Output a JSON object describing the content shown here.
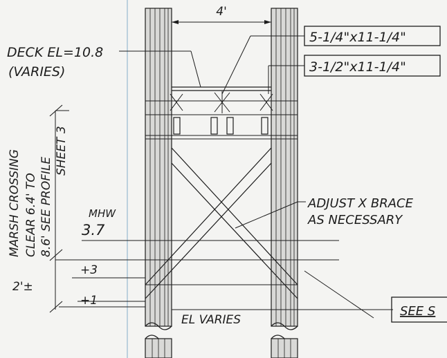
{
  "sheet": {
    "colors": {
      "ink": "#1c1c1c",
      "paper": "#f4f4f2",
      "guide": "#a9c3d6"
    }
  },
  "labels": {
    "deck_elevation": "DECK EL=10.8",
    "deck_varies": "(VARIES)",
    "pile_spacing": "4'",
    "stringer_top": "5-1/4\"x11-1/4\"",
    "stringer_bottom": "3-1/2\"x11-1/4\"",
    "brace_note_line1": "ADJUST X BRACE",
    "brace_note_line2": "AS NECESSARY",
    "mhw_label": "MHW",
    "mhw_value": "3.7",
    "plus_three": "+3",
    "plus_one": "+1",
    "two_feet": "2'±",
    "el_varies": "EL VARIES",
    "see_sheet": "SEE S",
    "marsh_line1": "MARSH CROSSING",
    "marsh_line2": "CLEAR 6.4' TO",
    "marsh_line3": "8.6' SEE PROFILE",
    "marsh_line4": "SHEET 3"
  }
}
